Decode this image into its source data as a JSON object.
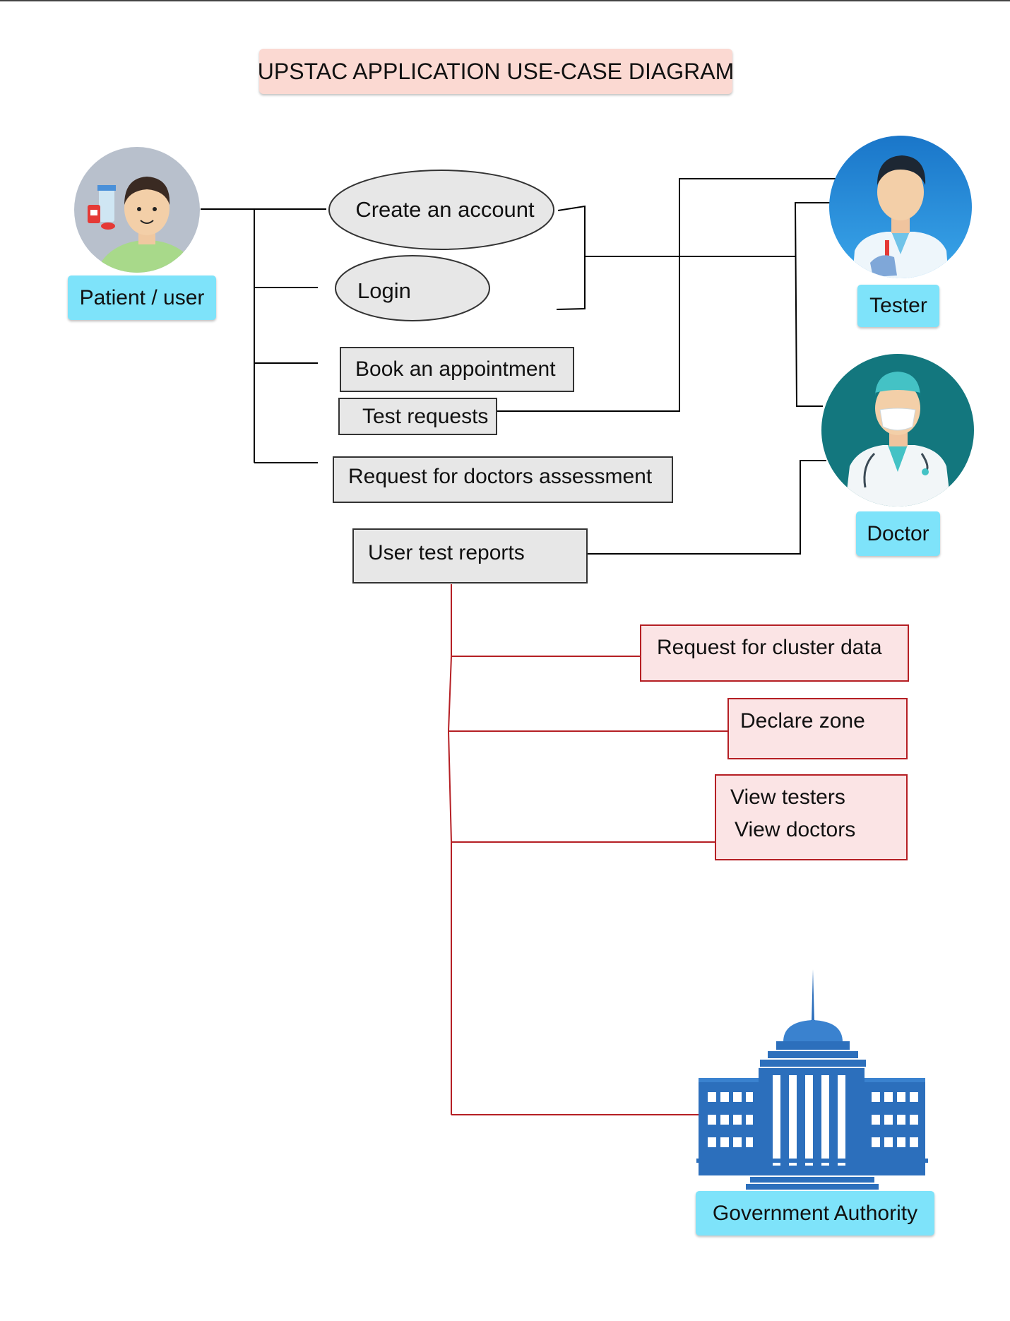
{
  "title": "UPSTAC APPLICATION USE-CASE DIAGRAM",
  "actors": {
    "patient": {
      "label": "Patient / user",
      "icon": "patient-avatar-icon"
    },
    "tester": {
      "label": "Tester",
      "icon": "tester-avatar-icon"
    },
    "doctor": {
      "label": "Doctor",
      "icon": "doctor-avatar-icon"
    },
    "government": {
      "label": "Government Authority",
      "icon": "government-building-icon"
    }
  },
  "use_cases": {
    "create_account": "Create an account",
    "login": "Login",
    "book_appointment": "Book an appointment",
    "test_requests": "Test requests",
    "doctors_assessment": "Request for doctors assessment",
    "user_test_reports": "User test reports",
    "cluster_data": "Request for cluster data",
    "declare_zone": "Declare zone",
    "view_testers": "View testers",
    "view_doctors": "View doctors"
  },
  "colors": {
    "actor_label_bg": "#7ee3fa",
    "title_bg": "#fbd9d2",
    "use_case_bg": "#e7e7e7",
    "authority_box_bg": "#fbe4e5",
    "authority_line": "#b51f24",
    "connector_line": "#000000"
  }
}
